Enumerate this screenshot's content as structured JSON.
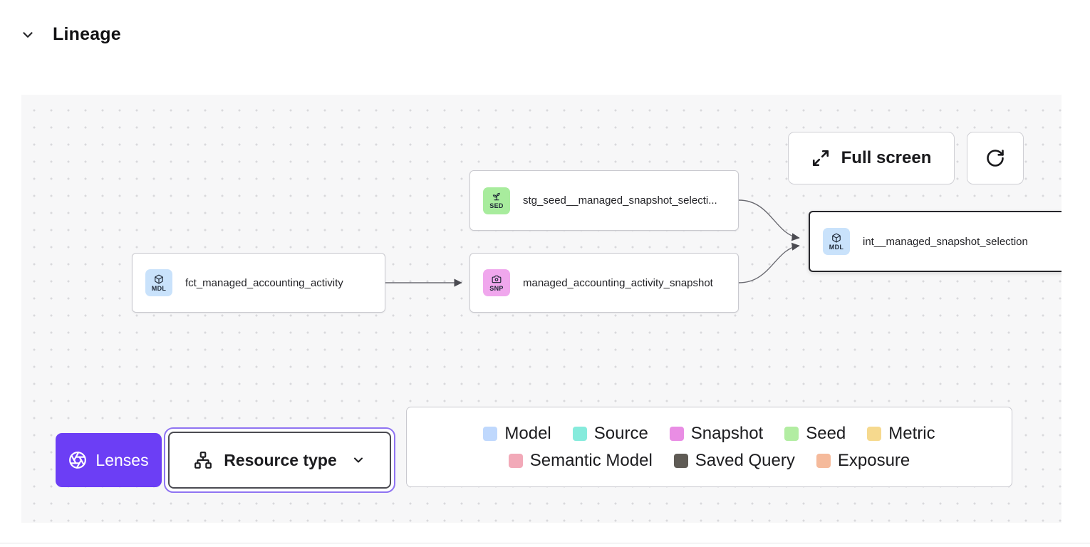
{
  "header": {
    "title": "Lineage"
  },
  "toolbar": {
    "full_screen": {
      "label": "Full screen"
    },
    "refresh": {
      "icon": "refresh-icon"
    }
  },
  "graph": {
    "nodes": [
      {
        "badge": "SED",
        "type": "seed",
        "label": "stg_seed__managed_snapshot_selecti...",
        "selected": false
      },
      {
        "badge": "MDL",
        "type": "model",
        "label": "fct_managed_accounting_activity",
        "selected": false
      },
      {
        "badge": "SNP",
        "type": "snapshot",
        "label": "managed_accounting_activity_snapshot",
        "selected": false
      },
      {
        "badge": "MDL",
        "type": "model",
        "label": "int__managed_snapshot_selection",
        "selected": true
      }
    ],
    "edges": [
      {
        "from": "fct_managed_accounting_activity",
        "to": "managed_accounting_activity_snapshot"
      },
      {
        "from": "stg_seed__managed_snapshot_selecti...",
        "to": "int__managed_snapshot_selection"
      },
      {
        "from": "managed_accounting_activity_snapshot",
        "to": "int__managed_snapshot_selection"
      }
    ]
  },
  "controls": {
    "lenses": {
      "label": "Lenses"
    },
    "resource_type": {
      "label": "Resource type"
    }
  },
  "legend": {
    "items": [
      {
        "label": "Model",
        "color": "#bfd8fd"
      },
      {
        "label": "Source",
        "color": "#86ebdc"
      },
      {
        "label": "Snapshot",
        "color": "#e98de4"
      },
      {
        "label": "Seed",
        "color": "#b2eda2"
      },
      {
        "label": "Metric",
        "color": "#f6d98e"
      },
      {
        "label": "Semantic Model",
        "color": "#f2a9b8"
      },
      {
        "label": "Saved Query",
        "color": "#5f5b55"
      },
      {
        "label": "Exposure",
        "color": "#f5ba9b"
      }
    ]
  },
  "badge_colors": {
    "model": "#c9e2fb",
    "seed": "#a8ec9d",
    "snapshot": "#f0a7ed"
  },
  "colors": {
    "accent_purple": "#6c3ef5",
    "focus_ring": "#8f74f2",
    "selected_node_border": "#26262b"
  }
}
